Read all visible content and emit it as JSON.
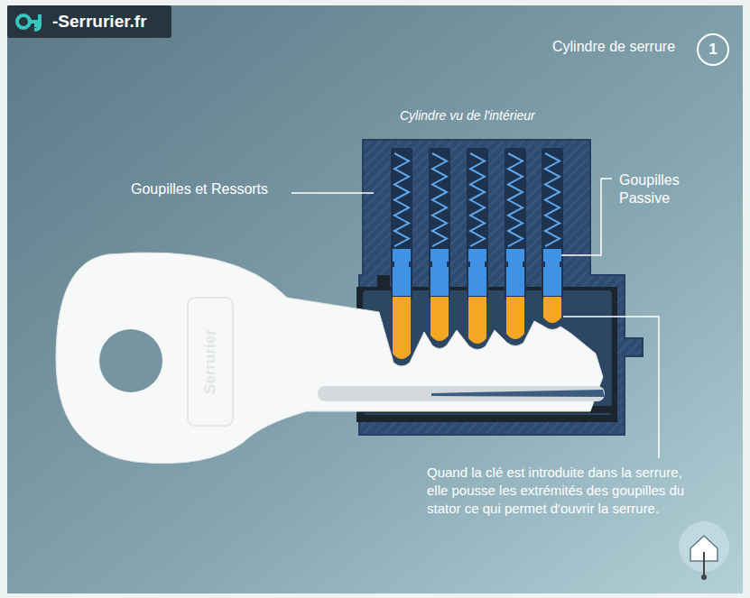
{
  "diagram": {
    "title": "Cylindre de serrure",
    "nodes": [
      {
        "text": [
          "-Serrurier.fr"
        ]
      },
      {
        "text": [
          "1"
        ]
      }
    ],
    "labels": [
      "Cylindre vu de l'intérieur",
      "Goupilles et Ressorts",
      "Goupilles Passive",
      "Quand la clé est introduite dans la serrure, elle pousse les extrémités des goupilles du stator ce qui permet d'ouvrir la serrure.",
      "Serrurier"
    ]
  }
}
